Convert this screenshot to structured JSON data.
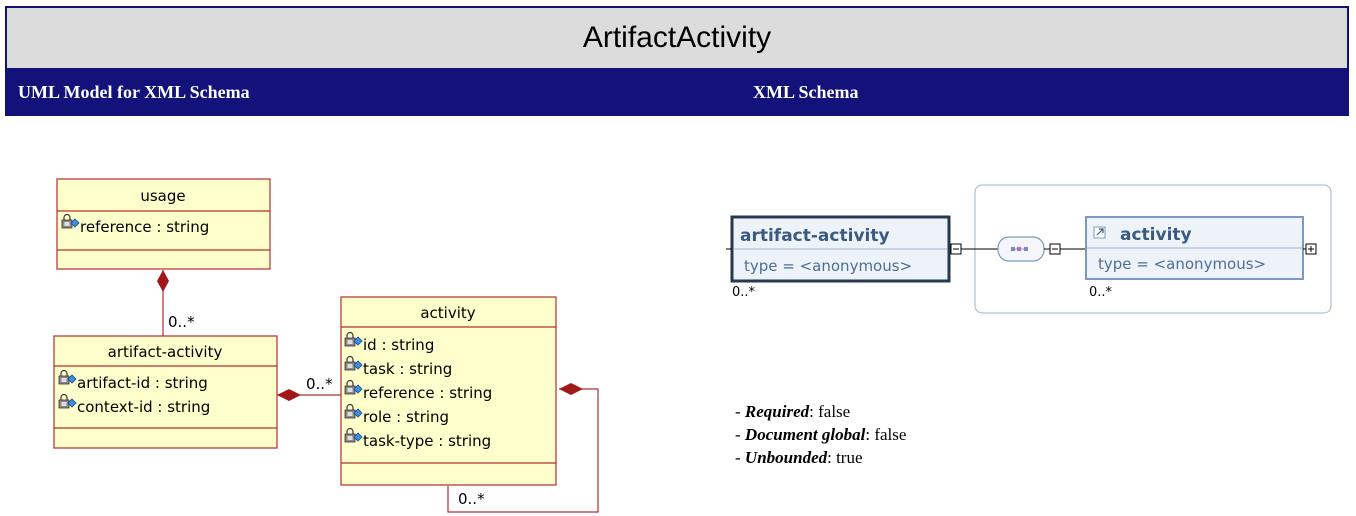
{
  "page": {
    "title": "ArtifactActivity"
  },
  "headers": {
    "left": "UML Model for XML Schema",
    "right": "XML Schema"
  },
  "uml": {
    "classes": [
      {
        "name": "usage",
        "attributes": [
          "reference : string"
        ]
      },
      {
        "name": "artifact-activity",
        "attributes": [
          "artifact-id : string",
          "context-id : string"
        ]
      },
      {
        "name": "activity",
        "attributes": [
          "id : string",
          "task : string",
          "reference : string",
          "role : string",
          "task-type : string"
        ]
      }
    ],
    "multiplicities": {
      "usage_artifact": "0..*",
      "artifact_activity": "0..*",
      "activity_self": "0..*"
    }
  },
  "schema": {
    "root": {
      "name": "artifact-activity",
      "type": "type = <anonymous>",
      "occurs": "0..*"
    },
    "child": {
      "name": "activity",
      "type": "type = <anonymous>",
      "occurs": "0..*"
    },
    "sequence_glyph": "▫▫▫"
  },
  "properties": [
    {
      "label": "Required",
      "value": ": false"
    },
    {
      "label": "Document global",
      "value": ": false"
    },
    {
      "label": "Unbounded",
      "value": ": true"
    }
  ],
  "colors": {
    "navy": "#12127a",
    "uml_fill": "#ffffcc",
    "uml_stroke": "#b03030",
    "schema_stroke": "#7a9abf"
  },
  "icons": {
    "attribute": "lock-diamond-icon",
    "sequence": "sequence-icon",
    "collapse": "minus-box-icon",
    "expand": "plus-box-icon",
    "ref": "ref-arrow-icon"
  }
}
